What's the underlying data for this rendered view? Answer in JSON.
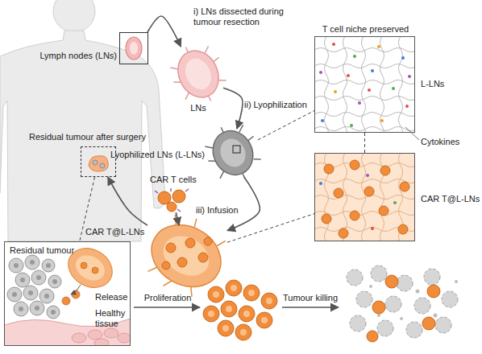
{
  "diagram": {
    "nodes": [
      {
        "text": [
          "Lymph nodes (LNs)"
        ]
      },
      {
        "text": [
          "LNs"
        ]
      },
      {
        "text": [
          "Lyophilized LNs (L-LNs)"
        ]
      },
      {
        "text": [
          "CAR T cells"
        ]
      },
      {
        "text": [
          "CAR T@L-LNs"
        ]
      },
      {
        "text": [
          "Residual tumour after surgery"
        ]
      },
      {
        "text": [
          "T cell niche preserved",
          "L-LNs"
        ]
      },
      {
        "text": [
          "CAR T@L-LNs"
        ]
      },
      {
        "text": [
          "Residual tumour",
          "Release",
          "Healthy tissue"
        ]
      }
    ],
    "edges": [
      {
        "from": 0,
        "to": 1,
        "arrow": "to",
        "label": "i) LNs dissected during tumour resection"
      },
      {
        "from": 1,
        "to": 2,
        "arrow": "to",
        "label": "ii) Lyophilization"
      },
      {
        "from": 2,
        "to": 6,
        "arrow": "none"
      },
      {
        "from": 6,
        "to": 7,
        "arrow": "none"
      },
      {
        "from": 2,
        "to": 4,
        "arrow": "to"
      },
      {
        "from": 3,
        "to": 4,
        "arrow": "to",
        "label": "iii) Infusion"
      },
      {
        "from": 4,
        "to": 7,
        "arrow": "none"
      },
      {
        "from": 4,
        "to": 5,
        "arrow": "to"
      },
      {
        "from": 5,
        "to": 8,
        "arrow": "none"
      }
    ],
    "labels": [
      "Cytokines",
      "Proliferation",
      "Tumour killing"
    ]
  }
}
